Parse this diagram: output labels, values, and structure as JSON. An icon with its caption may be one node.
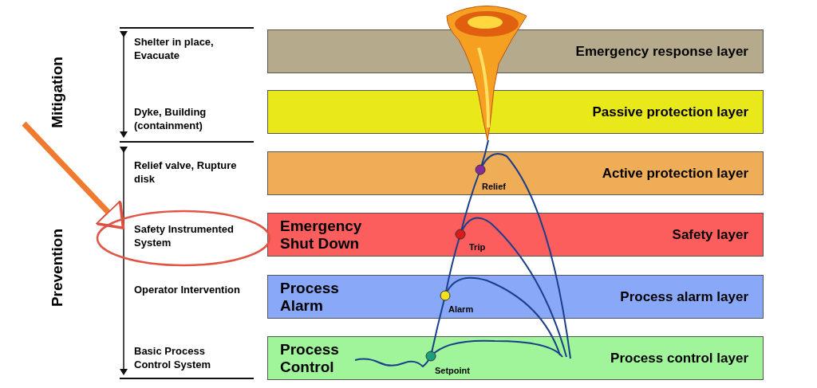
{
  "diagram": {
    "nodes": [
      {
        "text": [
          "Emergency response layer"
        ]
      },
      {
        "text": [
          "Passive protection layer"
        ]
      },
      {
        "text": [
          "Active protection layer"
        ]
      },
      {
        "text": [
          "Emergency Shut Down",
          "Safety layer"
        ]
      },
      {
        "text": [
          "Process Alarm",
          "Process alarm layer"
        ]
      },
      {
        "text": [
          "Process Control",
          "Process control layer"
        ]
      },
      {
        "text": [
          "Safety Instrumented System"
        ]
      }
    ],
    "edges": [
      {
        "from": null,
        "to": 6,
        "arrow": "to"
      }
    ],
    "labels": [
      "Mitigation",
      "Shelter in place, Evacuate",
      "Dyke, Building (containment)",
      "Prevention",
      "Relief valve, Rupture disk",
      "Operator Intervention",
      "Basic Process Control System",
      "Relief",
      "Trip",
      "Alarm",
      "Setpoint"
    ]
  }
}
